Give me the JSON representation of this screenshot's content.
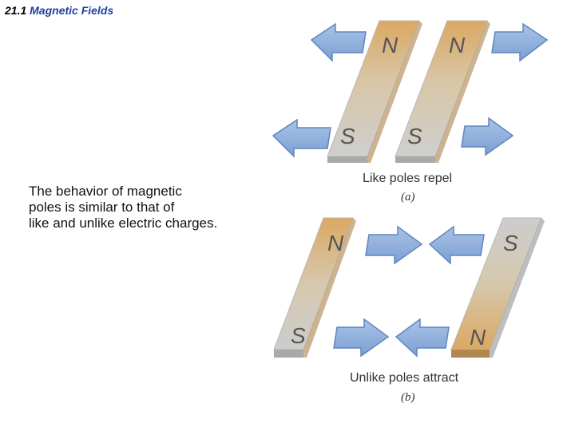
{
  "header": {
    "number": "21.1",
    "title": "Magnetic Fields"
  },
  "body": {
    "lines": [
      "The behavior of magnetic",
      "poles is similar to that of",
      "like and unlike electric charges."
    ]
  },
  "figure": {
    "a": {
      "caption": "Like poles repel",
      "label": "(a)",
      "north": "N",
      "south": "S"
    },
    "b": {
      "caption": "Unlike poles attract",
      "label": "(b)",
      "north": "N",
      "south": "S"
    },
    "colors": {
      "north": "#d9a45f",
      "south": "#c9c9c9",
      "arrow": "#8fb0dc",
      "arrow_edge": "#5f86c0"
    }
  }
}
